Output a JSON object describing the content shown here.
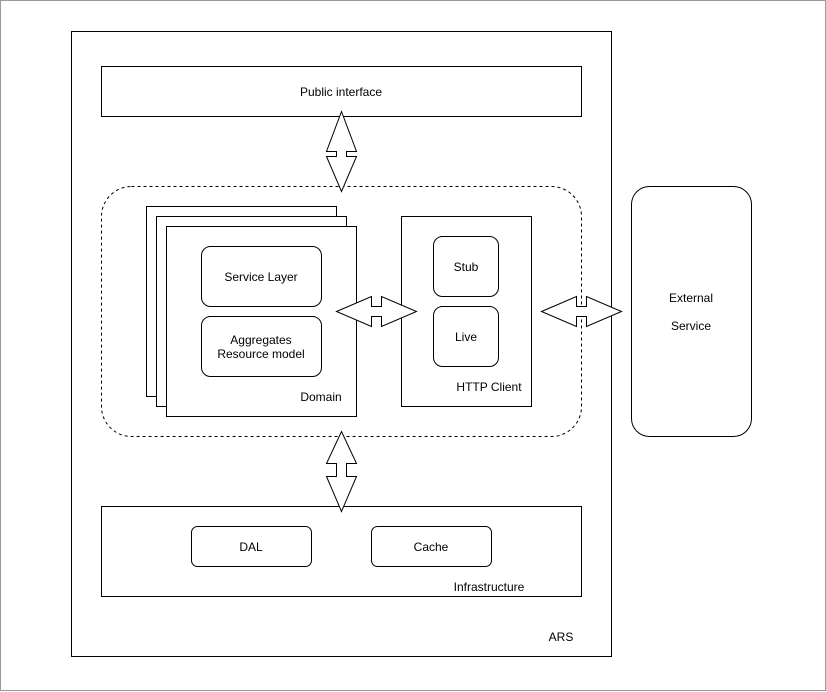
{
  "colors": {
    "stroke": "#000000",
    "fill": "#ffffff",
    "frame": "#9a9a9a"
  },
  "diagram": {
    "ars_label": "ARS",
    "public_interface_label": "Public interface",
    "domain": {
      "label": "Domain",
      "service_layer_label": "Service Layer",
      "aggregates_line1": "Aggregates",
      "aggregates_line2": "Resource model"
    },
    "http_client": {
      "label": "HTTP Client",
      "stub_label": "Stub",
      "live_label": "Live"
    },
    "external_service": {
      "line1": "External",
      "line2": "Service"
    },
    "infrastructure": {
      "label": "Infrastructure",
      "dal_label": "DAL",
      "cache_label": "Cache"
    },
    "arrow_icon": "double-headed-arrow-icon"
  }
}
